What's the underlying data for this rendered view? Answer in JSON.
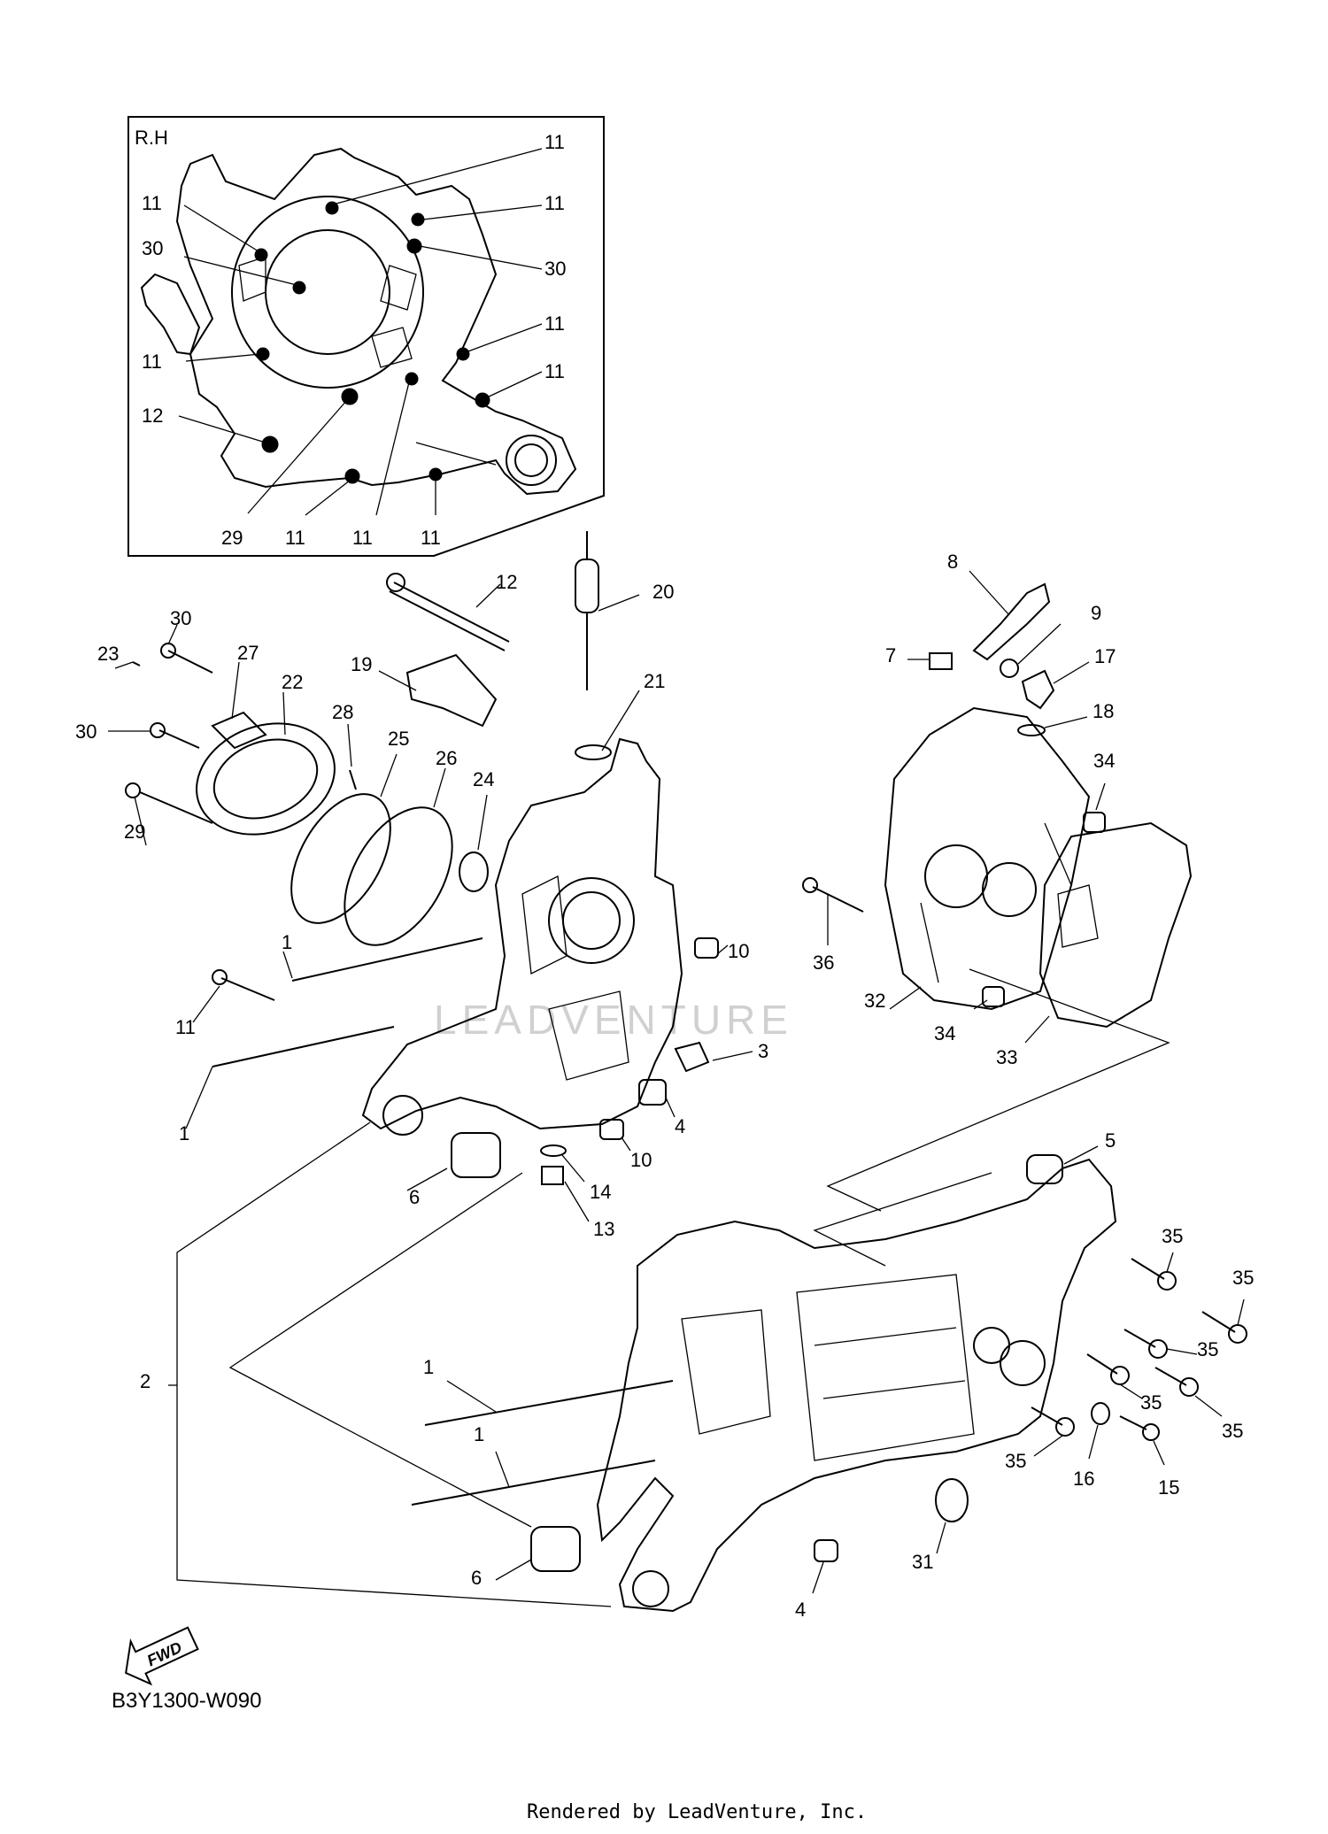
{
  "inset": {
    "side_label": "R.H"
  },
  "labels": {
    "inset_11_a": "11",
    "inset_11_b": "11",
    "inset_11_c": "11",
    "inset_30_a": "30",
    "inset_30_b": "30",
    "inset_11_d": "11",
    "inset_11_e": "11",
    "inset_11_f": "11",
    "inset_12": "12",
    "inset_29": "29",
    "inset_11_g": "11",
    "inset_11_h": "11",
    "inset_11_i": "11",
    "p12": "12",
    "p20": "20",
    "p21": "21",
    "p30": "30",
    "p23": "23",
    "p27": "27",
    "p22": "22",
    "p19": "19",
    "p28": "28",
    "p25": "25",
    "p26": "26",
    "p24": "24",
    "p30b": "30",
    "p29": "29",
    "p1a": "1",
    "p11": "11",
    "p1b": "1",
    "p10a": "10",
    "p3": "3",
    "p4a": "4",
    "p10b": "10",
    "p14": "14",
    "p13": "13",
    "p6a": "6",
    "p8": "8",
    "p9": "9",
    "p7": "7",
    "p17": "17",
    "p18": "18",
    "p34a": "34",
    "p36": "36",
    "p32": "32",
    "p34b": "34",
    "p33": "33",
    "p5": "5",
    "p35a": "35",
    "p35b": "35",
    "p35c": "35",
    "p35d": "35",
    "p35e": "35",
    "p35f": "35",
    "p2": "2",
    "p1c": "1",
    "p1d": "1",
    "p16": "16",
    "p15": "15",
    "p31": "31",
    "p6b": "6",
    "p4b": "4"
  },
  "fwd_label": "FWD",
  "diagram_code": "B3Y1300-W090",
  "footer": "Rendered by LeadVenture, Inc.",
  "watermark": "LEADVENTURE"
}
